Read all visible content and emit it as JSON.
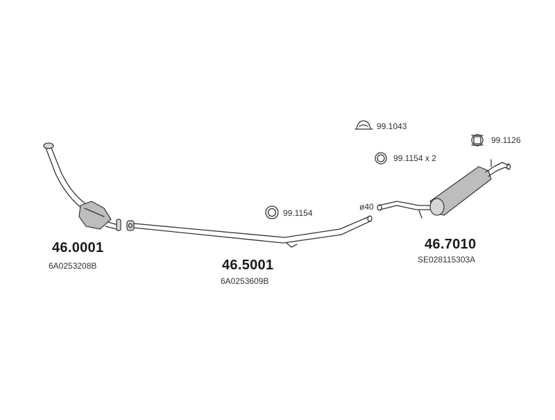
{
  "parts": [
    {
      "part_number": "46.0001",
      "oem_number": "6A0253208B"
    },
    {
      "part_number": "46.5001",
      "oem_number": "6A0253609B"
    },
    {
      "part_number": "46.7010",
      "oem_number": "SE028115303A"
    }
  ],
  "accessories": {
    "clamp": "99.1043",
    "ring_pair": "99.1154 x 2",
    "hanger": "99.1126",
    "ring_single": "99.1154"
  },
  "pipe_diameter": "ø40"
}
